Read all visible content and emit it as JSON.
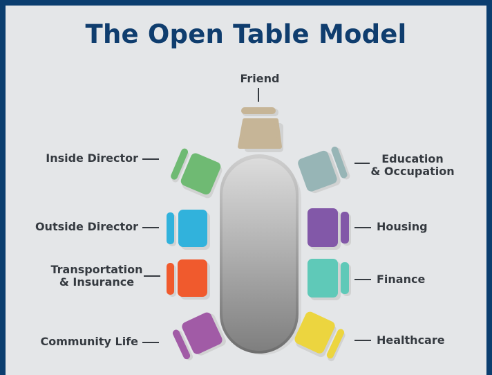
{
  "title": "The Open Table Model",
  "seats": [
    {
      "label": "Friend",
      "color": "#c6b597"
    },
    {
      "label": "Inside Director",
      "color": "#6fba73"
    },
    {
      "label": "Education\n& Occupation",
      "color": "#97b5b6"
    },
    {
      "label": "Outside Director",
      "color": "#31b2dc"
    },
    {
      "label": "Housing",
      "color": "#8258a8"
    },
    {
      "label": "Transportation\n& Insurance",
      "color": "#f05a2d"
    },
    {
      "label": "Finance",
      "color": "#5fc9b8"
    },
    {
      "label": "Community Life",
      "color": "#a15ba6"
    },
    {
      "label": "Healthcare",
      "color": "#ecd53f"
    }
  ]
}
